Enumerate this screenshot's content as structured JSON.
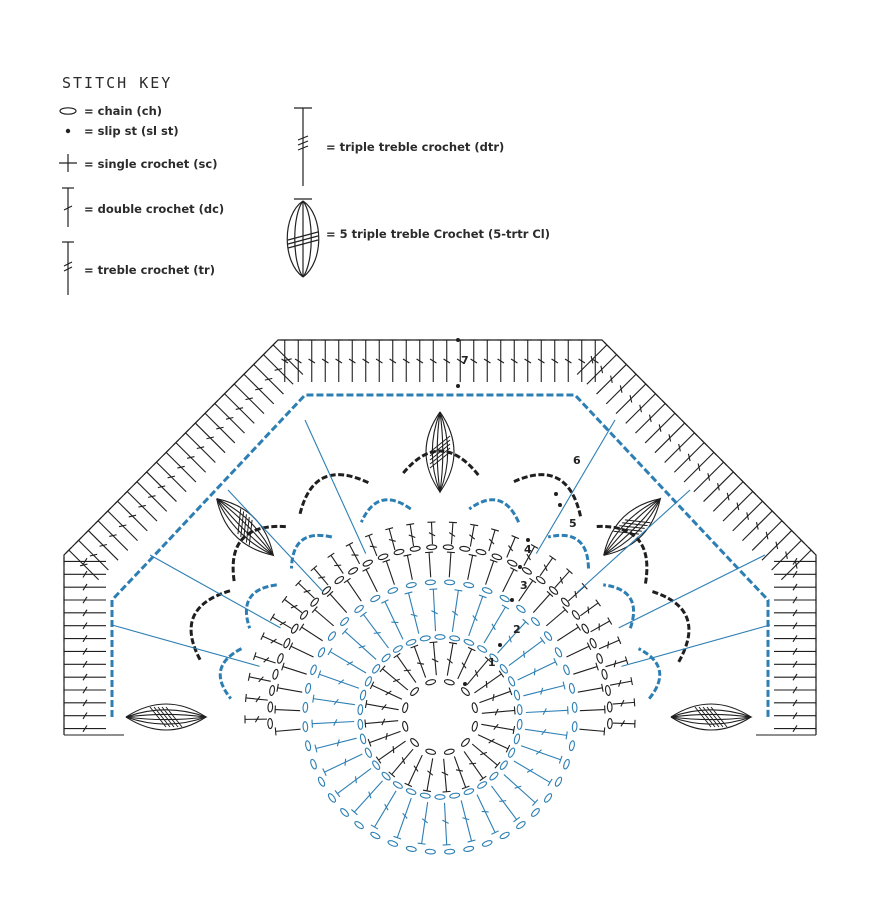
{
  "key": {
    "title": "STITCH KEY",
    "items": [
      {
        "symbol": "chain-icon",
        "label": "= chain (ch)"
      },
      {
        "symbol": "slip-stitch-icon",
        "label": "= slip st (sl st)"
      },
      {
        "symbol": "single-crochet-icon",
        "label": "= single crochet (sc)"
      },
      {
        "symbol": "double-crochet-icon",
        "label": "= double crochet (dc)"
      },
      {
        "symbol": "treble-crochet-icon",
        "label": "= treble crochet (tr)"
      },
      {
        "symbol": "triple-treble-icon",
        "label": "= triple treble crochet (dtr)"
      },
      {
        "symbol": "cluster-icon",
        "label": "= 5 triple treble Crochet (5-trtr Cl)"
      }
    ]
  },
  "chart": {
    "rounds": [
      "1",
      "2",
      "3",
      "4",
      "5",
      "6",
      "7"
    ],
    "colors": {
      "dark": "#1f1f1f",
      "blue": "#2d7fb3"
    }
  }
}
